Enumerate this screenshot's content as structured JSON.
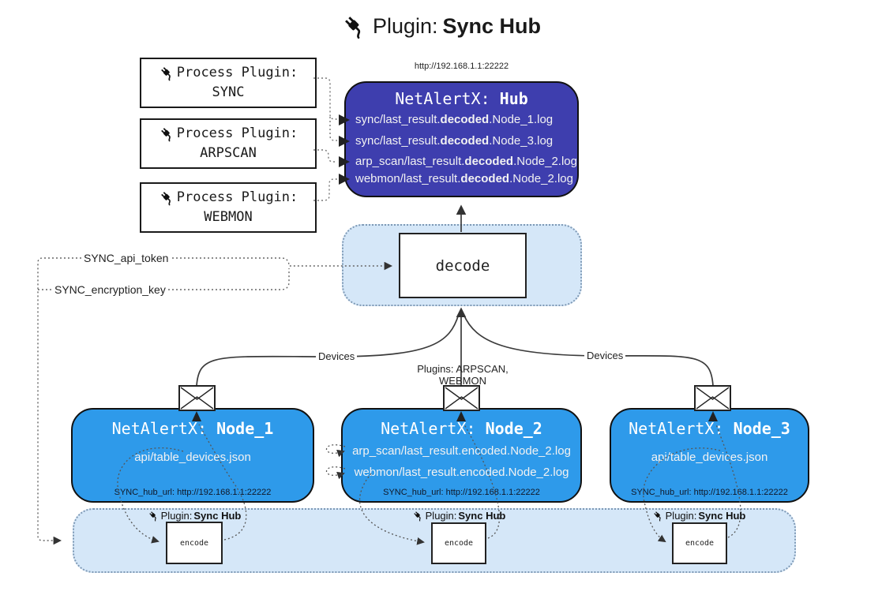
{
  "title": {
    "prefix": "Plugin: ",
    "name": "Sync Hub"
  },
  "hub": {
    "url": "http://192.168.1.1:22222",
    "title_prefix": "NetAlertX: ",
    "title_name": "Hub",
    "logs": [
      {
        "pre": "sync/last_result.",
        "bold": "decoded",
        "post": ".Node_1.log"
      },
      {
        "pre": "sync/last_result.",
        "bold": "decoded",
        "post": ".Node_3.log"
      },
      {
        "pre": "arp_scan/last_result.",
        "bold": "decoded",
        "post": ".Node_2.log"
      },
      {
        "pre": "webmon/last_result.",
        "bold": "decoded",
        "post": ".Node_2.log"
      }
    ]
  },
  "process_plugins": [
    {
      "label": "Process Plugin:",
      "name": "SYNC"
    },
    {
      "label": "Process Plugin:",
      "name": "ARPSCAN"
    },
    {
      "label": "Process Plugin:",
      "name": "WEBMON"
    }
  ],
  "decode_box": {
    "label": "decode"
  },
  "settings": {
    "api_token": "SYNC_api_token",
    "encryption_key": "SYNC_encryption_key"
  },
  "edge_labels": {
    "devices_left": "Devices",
    "plugins_center": "Plugins: ARPSCAN, WEBMON",
    "devices_right": "Devices"
  },
  "nodes": [
    {
      "title_prefix": "NetAlertX: ",
      "title_name": "Node_1",
      "files": [
        "api/table_devices.json"
      ],
      "hub_url": "SYNC_hub_url: http://192.168.1.1:22222"
    },
    {
      "title_prefix": "NetAlertX: ",
      "title_name": "Node_2",
      "files": [
        "arp_scan/last_result.encoded.Node_2.log",
        "webmon/last_result.encoded.Node_2.log"
      ],
      "hub_url": "SYNC_hub_url: http://192.168.1.1:22222"
    },
    {
      "title_prefix": "NetAlertX: ",
      "title_name": "Node_3",
      "files": [
        "api/table_devices.json"
      ],
      "hub_url": "SYNC_hub_url: http://192.168.1.1:22222"
    }
  ],
  "encoders": [
    {
      "plugin_prefix": "Plugin: ",
      "plugin_name": "Sync Hub",
      "encode_label": "encode"
    },
    {
      "plugin_prefix": "Plugin: ",
      "plugin_name": "Sync Hub",
      "encode_label": "encode"
    },
    {
      "plugin_prefix": "Plugin: ",
      "plugin_name": "Sync Hub",
      "encode_label": "encode"
    }
  ],
  "colors": {
    "hub_fill": "#3E3EAE",
    "node_fill": "#2E9AEA",
    "container_fill": "#D5E7F8",
    "container_border": "#7E99B5"
  }
}
